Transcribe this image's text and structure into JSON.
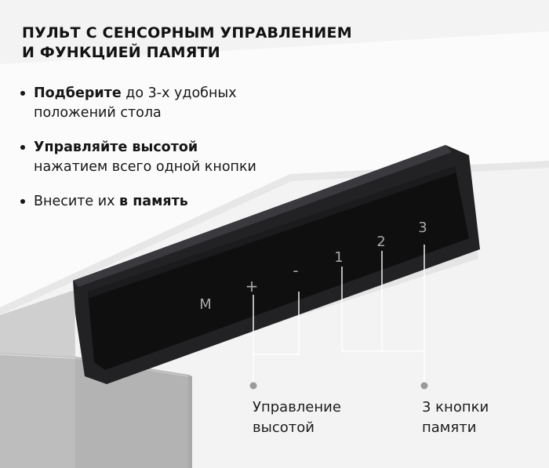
{
  "heading": {
    "line1": "ПУЛЬТ С СЕНСОРНЫМ УПРАВЛЕНИЕМ",
    "line2": "И ФУНКЦИЕЙ ПАМЯТИ"
  },
  "features": [
    {
      "bold": "Подберите",
      "rest_1": " до 3-х удобных",
      "rest_2": "положений стола"
    },
    {
      "bold": "Управляйте высотой",
      "rest_2": "нажатием всего одной кнопки"
    },
    {
      "plain": "Внесите их ",
      "bold": "в память"
    }
  ],
  "panel_keys": {
    "memory": "M",
    "up": "+",
    "down": "-",
    "preset_1": "1",
    "preset_2": "2",
    "preset_3": "3"
  },
  "callouts": {
    "height_control": {
      "line1": "Управление",
      "line2": "высотой"
    },
    "memory_buttons": {
      "line1": "3 кнопки",
      "line2": "памяти"
    }
  },
  "colors": {
    "background": "#f3f3f3",
    "desk_top": "#fbfbfb",
    "desk_leg": "#bdbdbd",
    "panel_body": "#1e1e20",
    "panel_face": "#0f0f10",
    "key_label": "#a8a8a8",
    "leader_line": "#ffffff",
    "marker_dot": "#9a9a9a"
  }
}
